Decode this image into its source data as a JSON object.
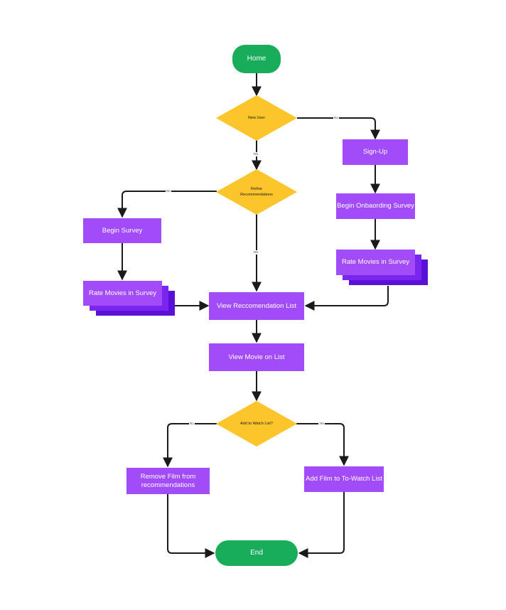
{
  "colors": {
    "terminal": "#17ad5b",
    "process": "#a24bf8",
    "decision": "#fbc52b",
    "stack_mid": "#7a25f0",
    "stack_back": "#5a10d6",
    "edge": "#1a1a1a"
  },
  "nodes": {
    "home": "Home",
    "new_user": "New User",
    "sign_up": "Sign-Up",
    "begin_onboarding": "Begin Onbaording Survey",
    "rate_right": "Rate Movies in Survey",
    "refine": "Refine Recommendations",
    "begin_survey": "Begin Survey",
    "rate_left": "Rate Movies in Survey",
    "view_list": "View Reccomendation List",
    "view_movie": "View Movie on List",
    "add_watch": "Add to Watch List?",
    "remove_film": "Remove Film from recommendations",
    "add_film": "Add Film to To-Watch List",
    "end": "End"
  },
  "edge_labels": {
    "new_user_no": "No",
    "new_user_yes": "Yes",
    "refine_no": "No",
    "refine_yes": "Yes",
    "add_no": "No",
    "add_yes": "Yes"
  }
}
